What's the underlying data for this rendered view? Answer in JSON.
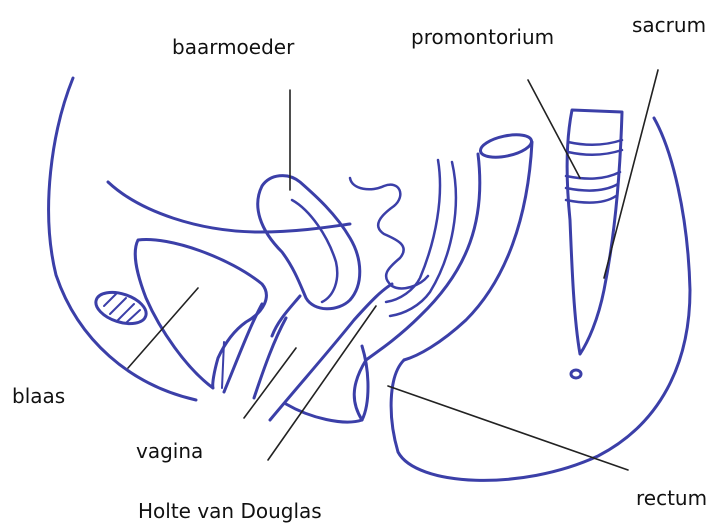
{
  "labels": {
    "baarmoeder": "baarmoeder",
    "promontorium": "promontorium",
    "sacrum": "sacrum",
    "blaas": "blaas",
    "vagina": "vagina",
    "douglas": "Holte van Douglas",
    "rectum": "rectum"
  },
  "colors": {
    "outline": "#3b3fa8",
    "leader": "#222222",
    "text": "#111111"
  }
}
